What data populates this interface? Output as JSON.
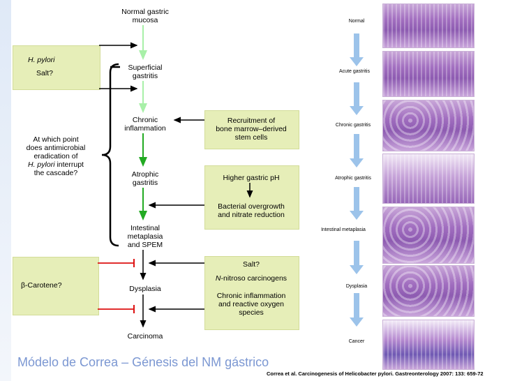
{
  "stages": [
    "Normal gastric\nmucosa",
    "Superficial\ngastritis",
    "Chronic\ninflammation",
    "Atrophic\ngastritis",
    "Intestinal\nmetaplasia\nand SPEM",
    "Dysplasia",
    "Carcinoma"
  ],
  "left_boxes": {
    "factors": [
      "H. pylori",
      "Salt?"
    ],
    "beta_carotene": "β-Carotene?"
  },
  "question": {
    "line1": "At which point",
    "line2": "does antimicrobial",
    "line3": "eradication of",
    "line4_italic": "H. pylori",
    "line4_rest": " interrupt",
    "line5": "the cascade?"
  },
  "right_boxes": {
    "recruitment": "Recruitment of\nbone marrow–derived\nstem cells",
    "ph": "Higher gastric pH",
    "overgrowth": "Bacterial overgrowth\nand nitrate reduction",
    "salt": "Salt?",
    "nitroso_italic": "N",
    "nitroso_rest": "-nitroso carcinogens",
    "inflammation": "Chronic inflammation\nand reactive oxygen\nspecies"
  },
  "histology_labels": [
    "Normal",
    "Acute gastritis",
    "Chronic gastritis",
    "Atrophic gastritis",
    "Intestinal metaplasia",
    "Dysplasia",
    "Cancer"
  ],
  "title": "Módelo de Correa – Génesis del NM gástrico",
  "citation": "Correa et al. Carcinogenesis of Helicobacter pylori. Gastreonterology 2007: 133: 659-72",
  "colors": {
    "box_fill": "#e6eeb8",
    "light_green": "#a8f0a8",
    "green": "#22aa22",
    "red": "#dd1111",
    "blue_arrow": "#9cc3ea",
    "title": "#7b97d2"
  }
}
